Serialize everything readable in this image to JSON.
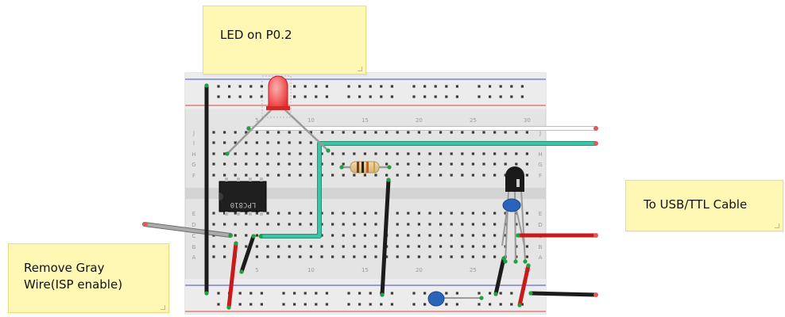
{
  "notes": {
    "led": "LED on P0.2",
    "usb": "To USB/TTL Cable",
    "gray_line1": "Remove Gray",
    "gray_line2": "Wire(ISP enable)"
  },
  "breadboard": {
    "row_letters_top": [
      "J",
      "I",
      "H",
      "G",
      "F"
    ],
    "row_letters_bottom": [
      "E",
      "D",
      "C",
      "B",
      "A"
    ],
    "column_numbers": [
      "5",
      "10",
      "15",
      "20",
      "25",
      "30"
    ]
  },
  "chip": {
    "label": "LPC810"
  },
  "colors": {
    "board": "#e2e2e2",
    "rail_blue": "#6a6ad6",
    "rail_red": "#d86a6a",
    "wire_black": "#1c1c1c",
    "wire_red": "#c81a1a",
    "wire_teal": "#3cc4a4",
    "wire_gray": "#9a9a9a",
    "led_red": "#f03a3a",
    "capacitor_blue": "#2a64b8",
    "note_bg": "#fff8b4"
  }
}
